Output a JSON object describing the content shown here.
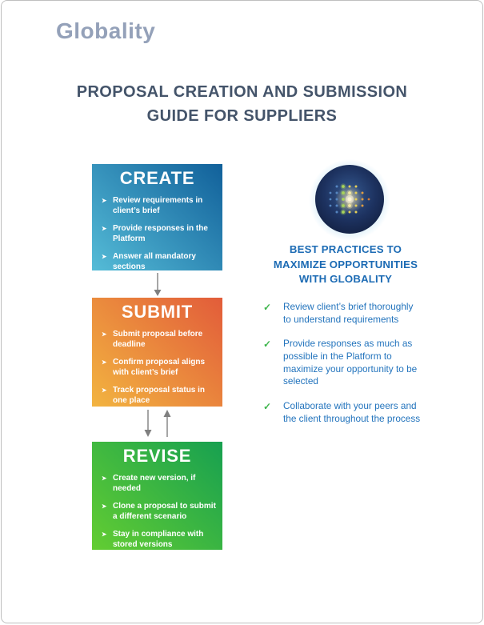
{
  "page": {
    "logo": "Globality",
    "title_line1": "PROPOSAL CREATION AND SUBMISSION",
    "title_line2": "GUIDE FOR SUPPLIERS"
  },
  "flow": {
    "bullet_marker": "➤",
    "steps": [
      {
        "title": "CREATE",
        "bullets": [
          "Review requirements in client’s brief",
          "Provide responses in the Platform",
          "Answer all mandatory sections"
        ]
      },
      {
        "title": "SUBMIT",
        "bullets": [
          "Submit proposal before deadline",
          "Confirm proposal aligns with client’s brief",
          "Track proposal status in one place"
        ]
      },
      {
        "title": "REVISE",
        "bullets": [
          "Create new version, if needed",
          "Clone a proposal to submit a different scenario",
          "Stay in compliance with stored versions"
        ]
      }
    ]
  },
  "best_practices": {
    "check_icon": "✓",
    "heading_lines": [
      "BEST PRACTICES TO",
      "MAXIMIZE OPPORTUNITIES",
      "WITH GLOBALITY"
    ],
    "items": [
      "Review client’s brief thoroughly to understand requirements",
      "Provide responses as much as possible in the Platform to maximize your opportunity to be selected",
      "Collaborate with your peers and the client throughout the process"
    ]
  },
  "colors": {
    "logo": "#94a1b9",
    "title": "#44546a",
    "brand-blue": "#1c6bb4",
    "bp-text": "#2374bd",
    "check-green": "#3db54b",
    "arrow-gray": "#7f7f7f",
    "create-dark": "#11609a",
    "create-light": "#55bcd7",
    "submit-dark": "#e25c3a",
    "submit-light": "#f2b440",
    "revise-dark": "#17a050",
    "revise-light": "#63cd32",
    "page-border": "#bfbfbf"
  }
}
